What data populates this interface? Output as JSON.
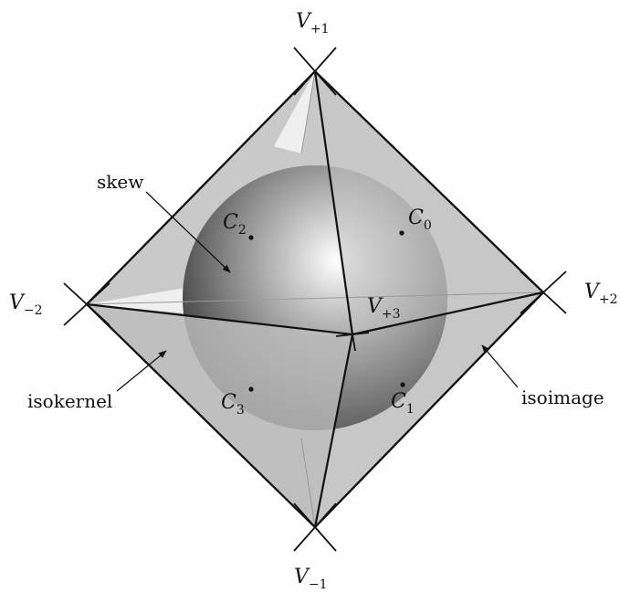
{
  "vertex_labels": {
    "v_plus1": {
      "main": "V",
      "sub": "+1"
    },
    "v_minus1": {
      "main": "V",
      "sub": "−1"
    },
    "v_minus2": {
      "main": "V",
      "sub": "−2"
    },
    "v_plus2": {
      "main": "V",
      "sub": "+2"
    },
    "v_plus3": {
      "main": "V",
      "sub": "+3"
    }
  },
  "point_labels": {
    "c0": {
      "main": "C",
      "sub": "0"
    },
    "c1": {
      "main": "C",
      "sub": "1"
    },
    "c2": {
      "main": "C",
      "sub": "2"
    },
    "c3": {
      "main": "C",
      "sub": "3"
    }
  },
  "annotations": {
    "skew": "skew",
    "isokernel": "isokernel",
    "isoimage": "isoimage"
  },
  "colors": {
    "outer_face": "#c9c9c9",
    "inner_face": "#bdbdbd",
    "light_face": "#ececec",
    "sphere_light": "#ffffff",
    "sphere_dark": "#2a2a2a",
    "line": "#111111"
  }
}
